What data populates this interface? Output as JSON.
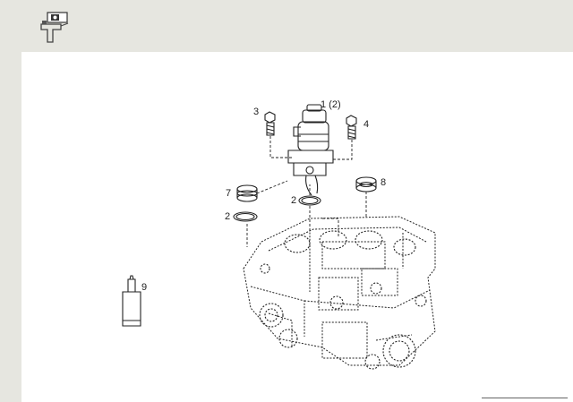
{
  "callouts": {
    "c1": "1 (2)",
    "c3": "3",
    "c4": "4",
    "c7": "7",
    "c8": "8",
    "c2a": "2",
    "c2b": "2",
    "c9": "9"
  },
  "icons": {
    "corner": "tool-sealant-icon"
  }
}
